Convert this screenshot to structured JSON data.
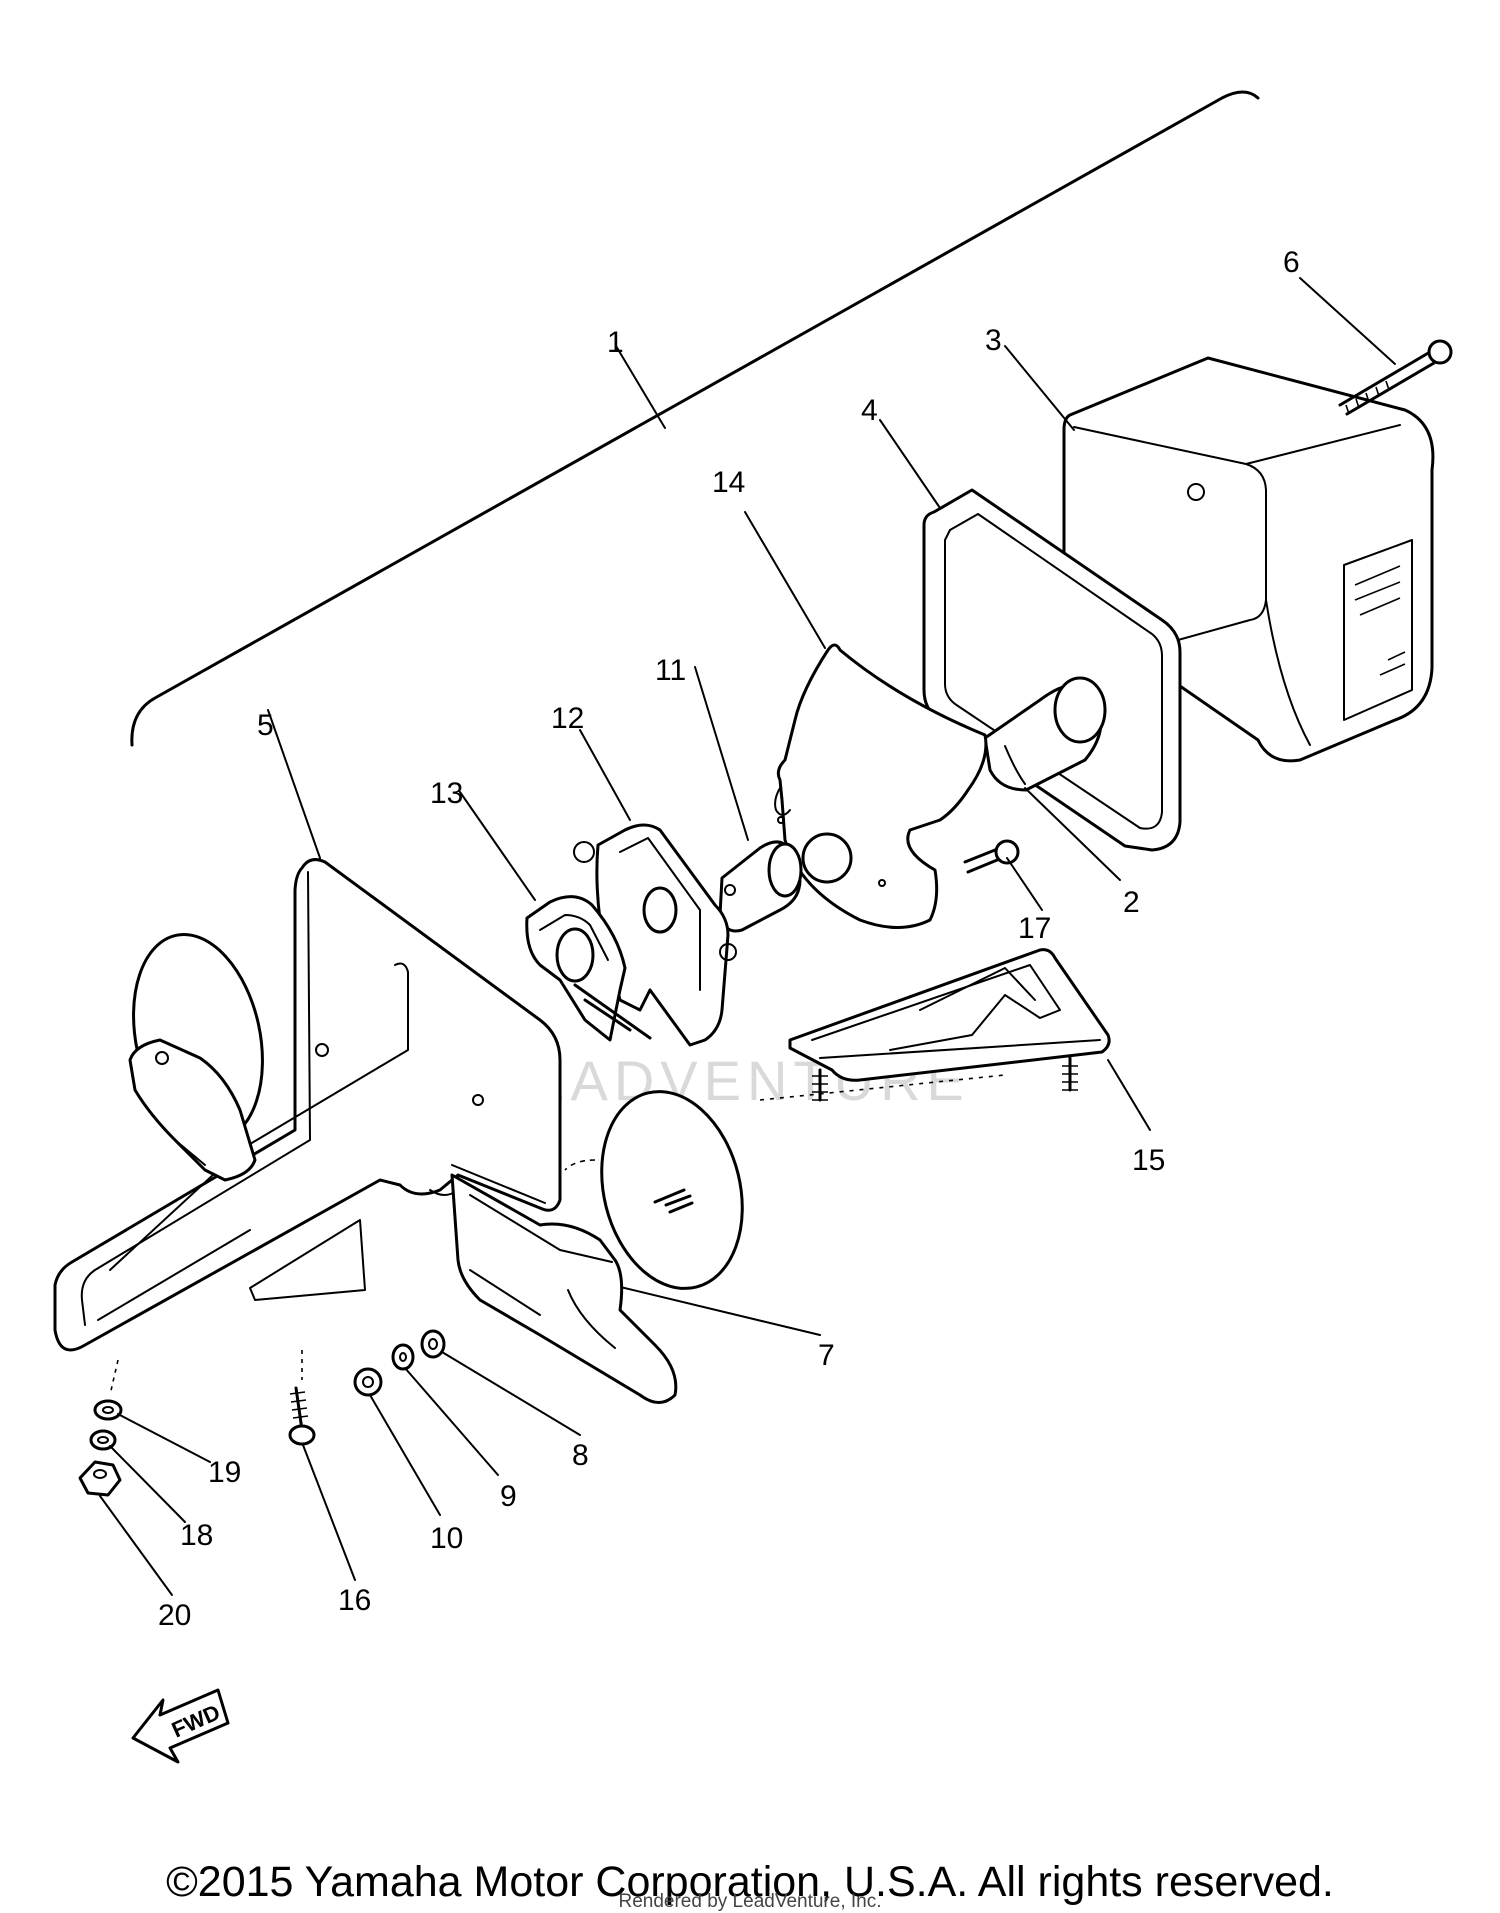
{
  "callouts": [
    {
      "id": "1",
      "label": "1"
    },
    {
      "id": "2",
      "label": "2"
    },
    {
      "id": "3",
      "label": "3"
    },
    {
      "id": "4",
      "label": "4"
    },
    {
      "id": "5",
      "label": "5"
    },
    {
      "id": "6",
      "label": "6"
    },
    {
      "id": "7",
      "label": "7"
    },
    {
      "id": "8",
      "label": "8"
    },
    {
      "id": "9",
      "label": "9"
    },
    {
      "id": "10",
      "label": "10"
    },
    {
      "id": "11",
      "label": "11"
    },
    {
      "id": "12",
      "label": "12"
    },
    {
      "id": "13",
      "label": "13"
    },
    {
      "id": "14",
      "label": "14"
    },
    {
      "id": "15",
      "label": "15"
    },
    {
      "id": "16",
      "label": "16"
    },
    {
      "id": "17",
      "label": "17"
    },
    {
      "id": "18",
      "label": "18"
    },
    {
      "id": "19",
      "label": "19"
    },
    {
      "id": "20",
      "label": "20"
    }
  ],
  "direction_marker": {
    "label": "FWD",
    "icon": "fwd-arrow-icon"
  },
  "watermark": {
    "text": "LEADVENTURE"
  },
  "footer": {
    "copyright": "©2015 Yamaha Motor Corporation, U.S.A. All rights reserved.",
    "rendered_by": "Rendered by LeadVenture, Inc."
  }
}
